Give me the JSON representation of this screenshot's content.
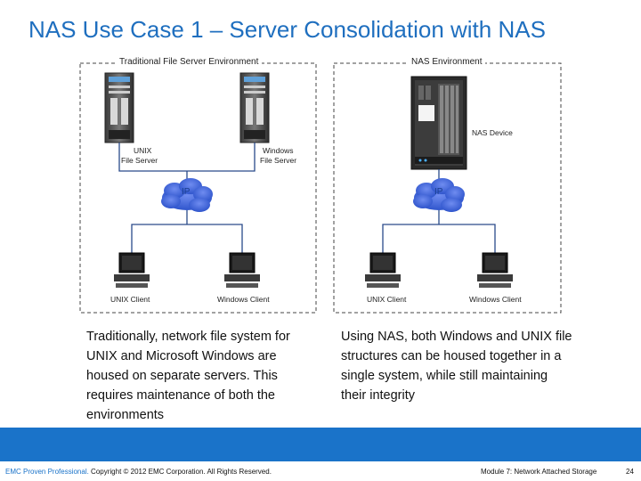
{
  "title": "NAS Use Case 1 – Server Consolidation with NAS",
  "left_section": {
    "label": "Traditional File Server Environment",
    "unix_server_label": [
      "UNIX",
      "File Server"
    ],
    "windows_server_label": [
      "Windows",
      "File Server"
    ],
    "cloud_label": "IP",
    "unix_client_label": "UNIX Client",
    "windows_client_label": "Windows Client",
    "description": "Traditionally, network file system for UNIX and Microsoft Windows are housed on separate servers. This requires maintenance of both the environments"
  },
  "right_section": {
    "label": "NAS Environment",
    "nas_device_label": "NAS Device",
    "cloud_label": "IP",
    "unix_client_label": "UNIX Client",
    "windows_client_label": "Windows Client",
    "description": "Using NAS,  both Windows and UNIX file structures can be housed together in a single system, while still maintaining their integrity"
  },
  "footer": {
    "brand": "EMC Proven Professional.",
    "copyright": " Copyright © 2012 EMC Corporation. All Rights Reserved.",
    "module": "Module 7: Network Attached Storage",
    "page_number": "24"
  },
  "colors": {
    "title": "#1f6fbf",
    "footer_bar": "#1a73c9",
    "cloud": "#3a63d6",
    "line": "#2a4a8a"
  }
}
